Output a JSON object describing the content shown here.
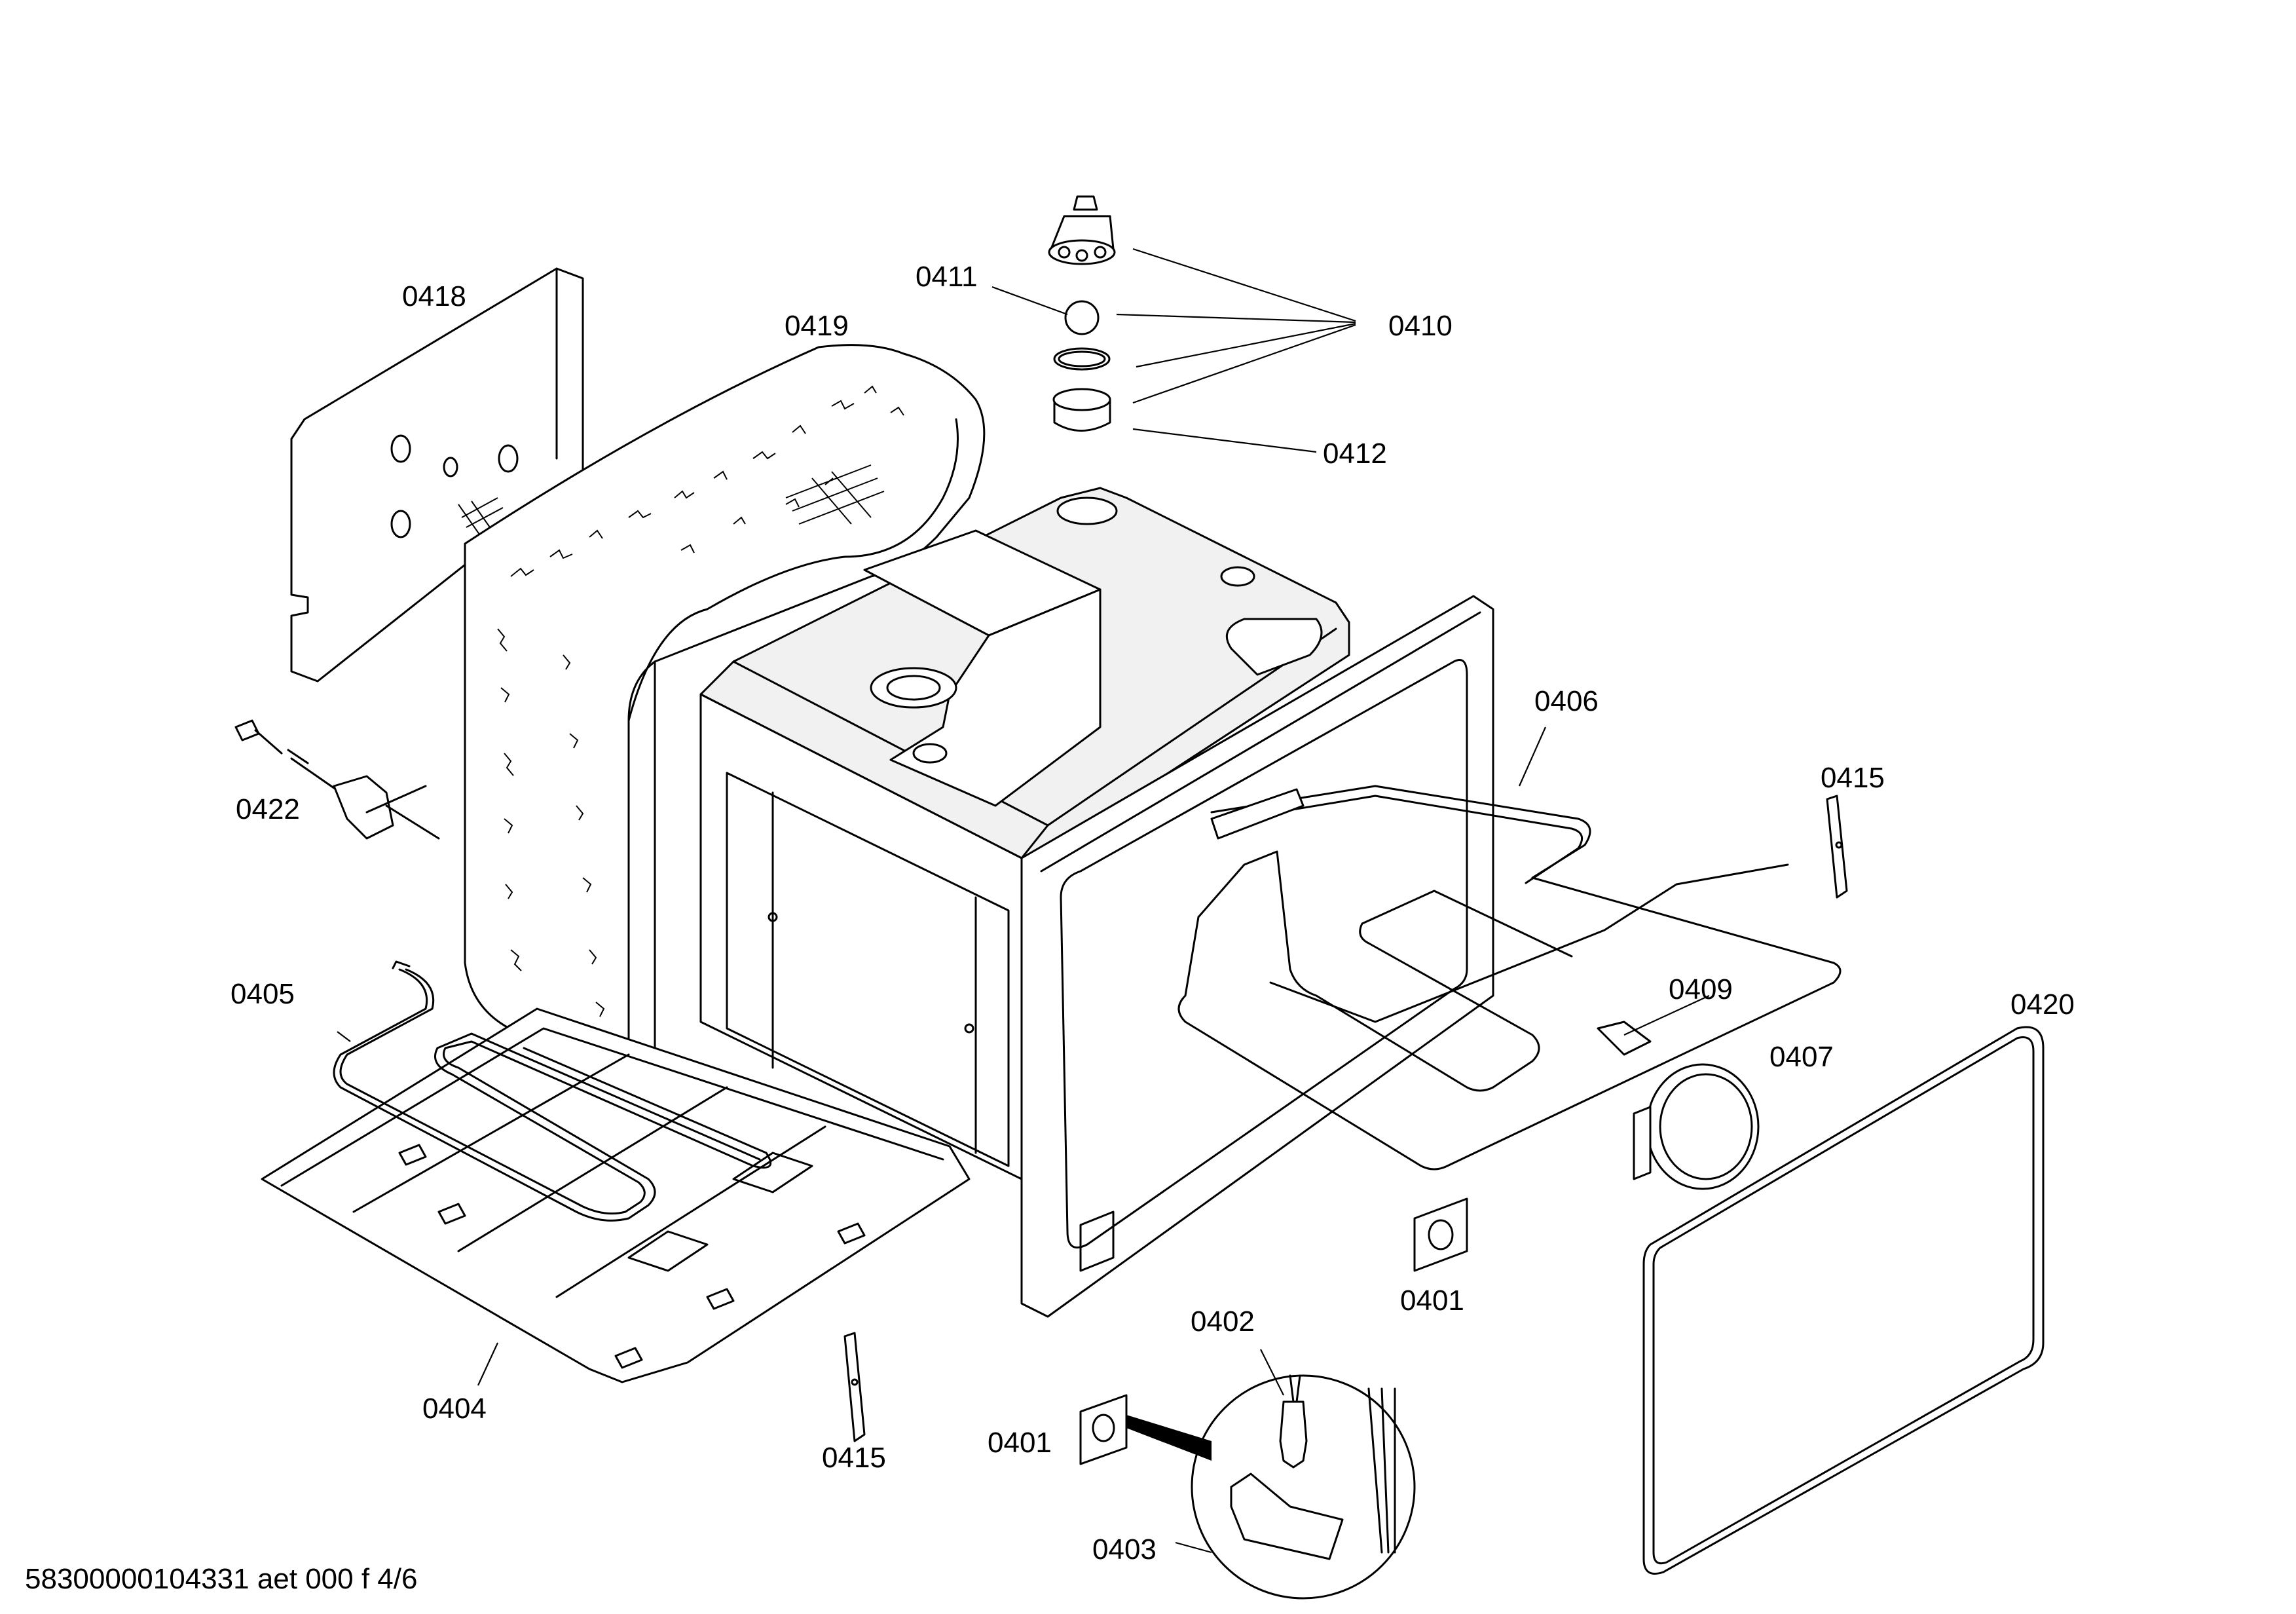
{
  "labels": {
    "p0418": "0418",
    "p0419": "0419",
    "p0411": "0411",
    "p0410": "0410",
    "p0412": "0412",
    "p0406": "0406",
    "p0415_right": "0415",
    "p0422": "0422",
    "p0405": "0405",
    "p0409": "0409",
    "p0407": "0407",
    "p0420": "0420",
    "p0401_right": "0401",
    "p0402": "0402",
    "p0404": "0404",
    "p0415_bottom": "0415",
    "p0401_bottom": "0401",
    "p0403": "0403"
  },
  "footer": "58300000104331 aet 000 f 4/6"
}
